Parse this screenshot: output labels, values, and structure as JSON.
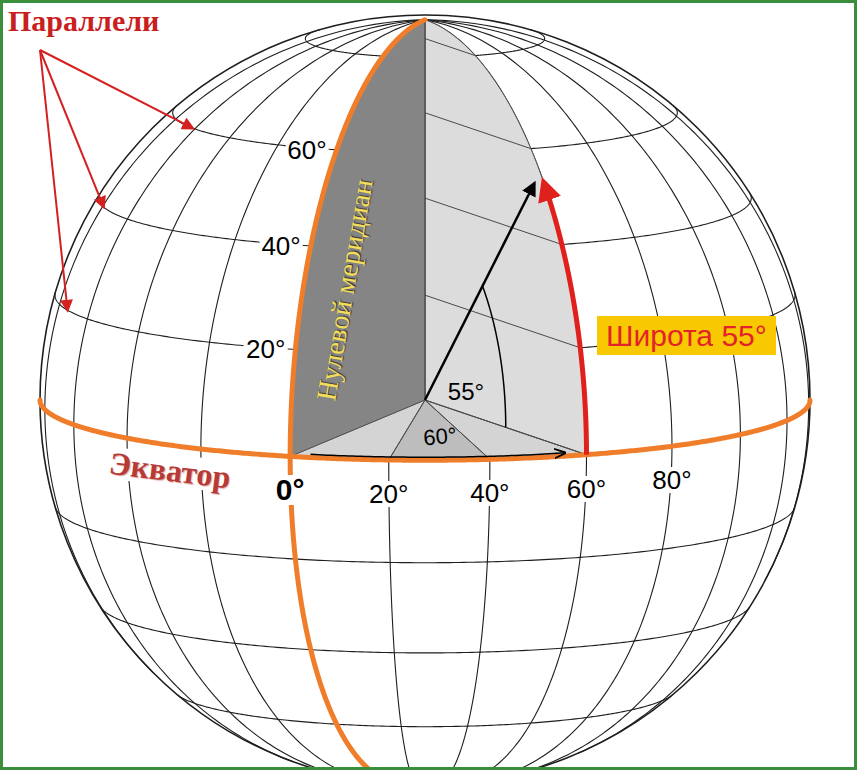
{
  "diagram": {
    "nodes": [
      {
        "text": [
          "Широта 55°"
        ]
      }
    ],
    "labels": [
      "Параллели",
      "60°",
      "40°",
      "20°",
      "Нулевой меридиан",
      "55°",
      "60°",
      "Экватор",
      "0°",
      "20°",
      "40°",
      "60°",
      "80°"
    ]
  }
}
